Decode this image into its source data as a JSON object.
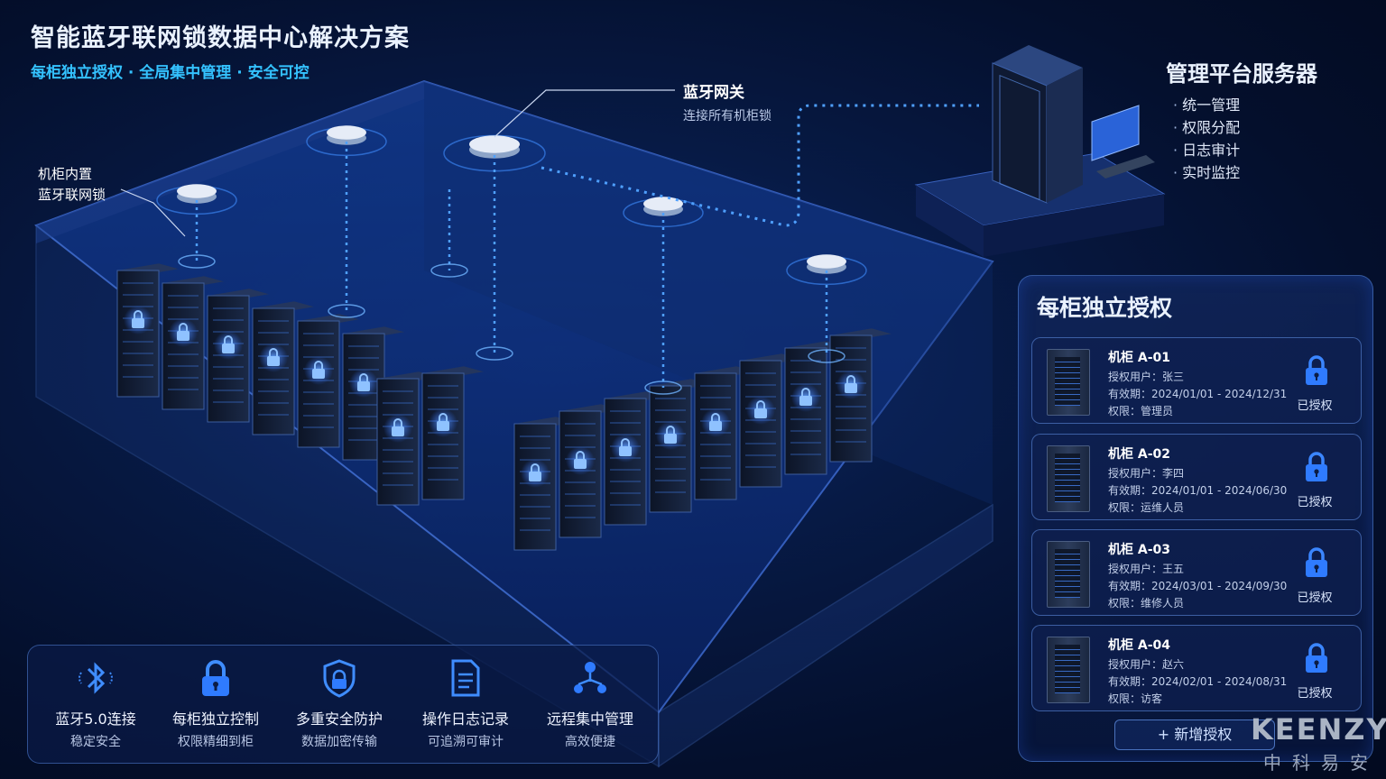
{
  "header": {
    "title": "智能蓝牙联网锁数据中心解决方案",
    "subtitle": "每柜独立授权 · 全局集中管理 · 安全可控"
  },
  "callouts": {
    "cabinet_lock_line1": "机柜内置",
    "cabinet_lock_line2": "蓝牙联网锁",
    "gateway_title": "蓝牙网关",
    "gateway_sub": "连接所有机柜锁"
  },
  "server": {
    "title": "管理平台服务器",
    "items": [
      "统一管理",
      "权限分配",
      "日志审计",
      "实时监控"
    ]
  },
  "auth_panel": {
    "title": "每柜独立授权",
    "cards": [
      {
        "name": "机柜 A-01",
        "user": "授权用户：张三",
        "validity": "有效期：2024/01/01 - 2024/12/31",
        "role": "权限：管理员",
        "status": "已授权"
      },
      {
        "name": "机柜 A-02",
        "user": "授权用户：李四",
        "validity": "有效期：2024/01/01 - 2024/06/30",
        "role": "权限：运维人员",
        "status": "已授权"
      },
      {
        "name": "机柜 A-03",
        "user": "授权用户：王五",
        "validity": "有效期：2024/03/01 - 2024/09/30",
        "role": "权限：维修人员",
        "status": "已授权"
      },
      {
        "name": "机柜 A-04",
        "user": "授权用户：赵六",
        "validity": "有效期：2024/02/01 - 2024/08/31",
        "role": "权限：访客",
        "status": "已授权"
      }
    ],
    "add_button": "+ 新增授权"
  },
  "features": [
    {
      "icon": "bluetooth-icon",
      "title": "蓝牙5.0连接",
      "desc": "稳定安全"
    },
    {
      "icon": "lock-icon",
      "title": "每柜独立控制",
      "desc": "权限精细到柜"
    },
    {
      "icon": "shield-icon",
      "title": "多重安全防护",
      "desc": "数据加密传输"
    },
    {
      "icon": "document-icon",
      "title": "操作日志记录",
      "desc": "可追溯可审计"
    },
    {
      "icon": "network-icon",
      "title": "远程集中管理",
      "desc": "高效便捷"
    }
  ],
  "brand": {
    "en": "KEENZY",
    "cn": "中科易安"
  },
  "colors": {
    "accent": "#34c2ff",
    "lock_blue": "#2f7bff",
    "glow": "#4a8dff"
  }
}
